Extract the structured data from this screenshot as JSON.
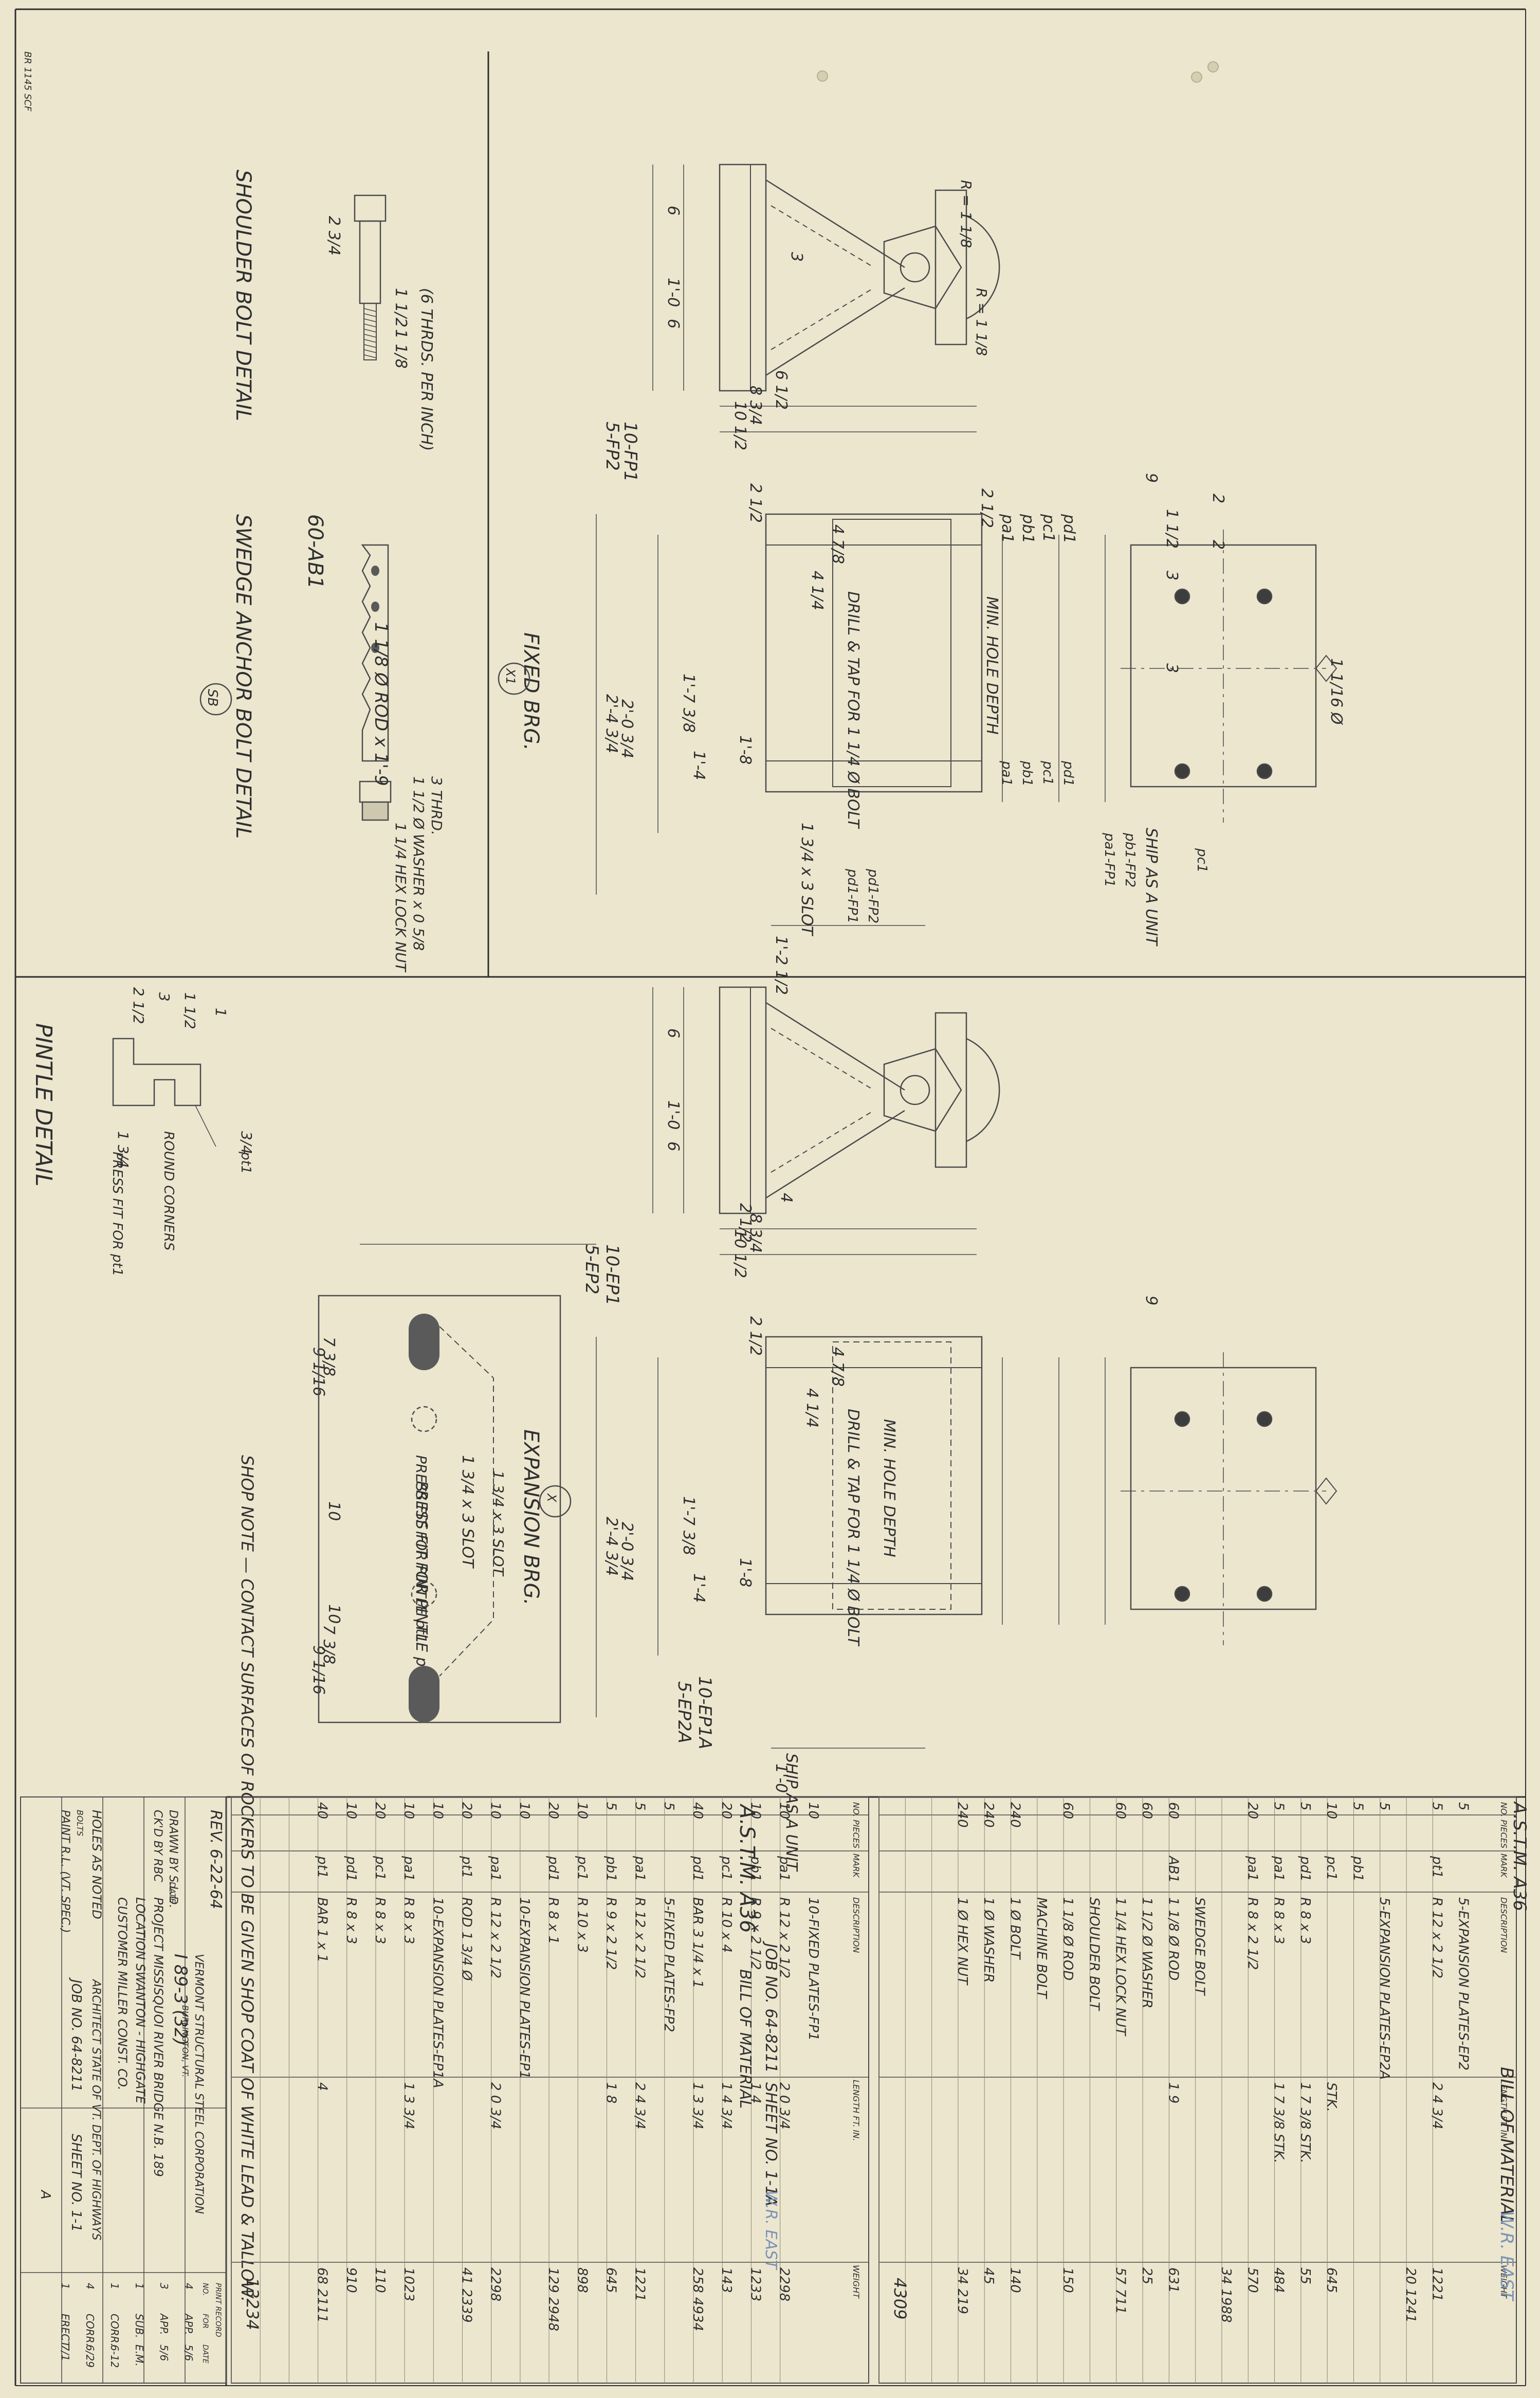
{
  "sheet": {
    "edge_stamp": "BR 1145 SCF",
    "colors": {
      "paper": "#ece6cf",
      "ink": "#2f2f2f",
      "pencil": "#4a4a4a",
      "blue": "#7b93b5"
    }
  },
  "upper_sheet": {
    "shoulder_bolt_title": "SHOULDER BOLT DETAIL",
    "shoulder_bolt_dims": [
      "2 3/4",
      "1 1/2",
      "1 1/8",
      "(6 THRDS. PER INCH)"
    ],
    "swedge_title": "SWEDGE ANCHOR BOLT DETAIL",
    "swedge_mark": "60-AB1",
    "swedge_rod": "1 1/8 Ø ROD x 1'-9",
    "swedge_symbol": "SB",
    "swedge_notes": [
      "3 THRD.",
      "1 1/2 Ø WASHER x 0 5/8",
      "1 1/4 HEX LOCK NUT"
    ],
    "fixed_title": "FIXED BRG.",
    "fixed_symbol": "X1",
    "fixed_marks": [
      "10-FP1",
      "5-FP2"
    ],
    "fixed_plate_marks": [
      "pa1",
      "pb1",
      "pc1",
      "pd1"
    ],
    "fixed_labels": [
      "DRILL & TAP FOR 1 1/4 Ø BOLT",
      "MIN. HOLE DEPTH",
      "1 3/4 x 3 SLOT",
      "SHIP AS A UNIT",
      "R = 1 1/8",
      "R = 1 1/8"
    ],
    "fixed_dims": [
      "6",
      "1'-0",
      "6",
      "3",
      "6 1/2",
      "8 3/4",
      "10 1/2",
      "2 1/2",
      "2 1/2",
      "4 1/4",
      "4 7/8",
      "1'-2 1/2",
      "2'-0 3/4",
      "2'-4 3/4",
      "1'-7 3/8",
      "1'-4",
      "1'-8",
      "9",
      "1 1/2",
      "3",
      "3",
      "2",
      "2",
      "1 1/16 Ø"
    ],
    "fixed_leaders": [
      "pa1-FP1",
      "pb1-FP2",
      "pc1",
      "pd1-FP1",
      "pd1-FP2"
    ]
  },
  "lower_sheet": {
    "pintle_title": "PINTLE DETAIL",
    "pintle_dims": [
      "2 1/2",
      "3",
      "1 1/2",
      "1",
      "1 3/4",
      "3/4"
    ],
    "pintle_notes": [
      "ROUND CORNERS",
      "PRESS FIT FOR pt1",
      "pt1"
    ],
    "exp_title": "EXPANSION BRG.",
    "exp_symbol": "X",
    "exp_marks": [
      "10-EP1",
      "5-EP2",
      "10-EP1A",
      "5-EP2A"
    ],
    "exp_labels": [
      "DRILL & TAP FOR 1 1/4 Ø BOLT",
      "MIN. HOLE DEPTH",
      "1 3/4 x 3 SLOT",
      "PRESS FIT FOR PINTLE pt1",
      "SHIP AS A UNIT"
    ],
    "exp_dims": [
      "6",
      "1'-0",
      "6",
      "2 1/2",
      "4",
      "8 3/4",
      "10 1/2",
      "2 1/2",
      "4 1/4",
      "4 7/8",
      "1'-0",
      "2'-0 3/4",
      "2'-4 3/4",
      "1'-7 3/8",
      "1'-4",
      "1'-8",
      "9",
      "7 3/8",
      "9 1/16",
      "10",
      "10",
      "7 3/8",
      "9 1/16"
    ],
    "shop_note": "SHOP NOTE — CONTACT SURFACES OF ROCKERS TO BE GIVEN SHOP COAT OF WHITE LEAD & TALLOW."
  },
  "bom_a": {
    "title": "BILL OF MATERIAL",
    "spec": "A.S.T.M. A36",
    "note": "W.R. EAST",
    "headers": [
      "NO. PIECES",
      "MARK",
      "DESCRIPTION",
      "LENGTH FT. IN.",
      "WEIGHT"
    ],
    "rows": [
      [
        "5",
        "",
        "5-EXPANSION PLATES-EP2",
        "",
        ""
      ],
      [
        "5",
        "pt1",
        "R 12 x 2 1/2",
        "2 4 3/4",
        "1221"
      ],
      [
        "",
        "",
        "",
        "",
        "20  1241"
      ],
      [
        "5",
        "",
        "5-EXPANSION PLATES-EP2A",
        "",
        ""
      ],
      [
        "5",
        "pb1",
        "",
        "",
        ""
      ],
      [
        "10",
        "pc1",
        "",
        "STK.",
        "645"
      ],
      [
        "5",
        "pd1",
        "R 8 x 3",
        "1 7 3/8 STK.",
        "55"
      ],
      [
        "5",
        "pa1",
        "R 8 x 3",
        "1 7 3/8 STK.",
        "484"
      ],
      [
        "20",
        "pa1",
        "R 8 x 2 1/2",
        "",
        "570"
      ],
      [
        "",
        "",
        "",
        "",
        "34  1988"
      ],
      [
        "",
        "",
        "SWEDGE BOLT",
        "",
        ""
      ],
      [
        "60",
        "AB1",
        "1 1/8 Ø ROD",
        "1 9",
        "631"
      ],
      [
        "60",
        "",
        "1 1/2 Ø WASHER",
        "",
        "25"
      ],
      [
        "60",
        "",
        "1 1/4 HEX LOCK NUT",
        "",
        "57  711"
      ],
      [
        "",
        "",
        "SHOULDER BOLT",
        "",
        ""
      ],
      [
        "60",
        "",
        "1 1/8 Ø ROD",
        "",
        "150"
      ],
      [
        "",
        "",
        "MACHINE BOLT",
        "",
        ""
      ],
      [
        "240",
        "",
        "1 Ø BOLT",
        "",
        "140"
      ],
      [
        "240",
        "",
        "1 Ø WASHER",
        "",
        "45"
      ],
      [
        "240",
        "",
        "1 Ø HEX NUT",
        "",
        "34  219"
      ]
    ],
    "total": "4309"
  },
  "bom_b": {
    "spec": "A.S.T.M. A36",
    "title": "BILL OF MATERIAL",
    "job_no_label": "JOB NO.",
    "job_no": "64-8211",
    "sheet_no_label": "SHEET NO.",
    "sheet_no": "1-1A",
    "note": "W.R. EAST",
    "headers": [
      "NO. PIECES",
      "MARK",
      "DESCRIPTION",
      "LENGTH FT. IN.",
      "WEIGHT"
    ],
    "rows": [
      [
        "10",
        "",
        "10-FIXED PLATES-FP1",
        "",
        ""
      ],
      [
        "10",
        "pa1",
        "R 12 x 2 1/2",
        "2 0 3/4",
        "2298"
      ],
      [
        "10",
        "pb1",
        "R 9 x 2 1/2",
        "1 4",
        "1233"
      ],
      [
        "20",
        "pc1",
        "R 10 x 4",
        "1 4 3/4",
        "143"
      ],
      [
        "40",
        "pd1",
        "BAR 3 1/4 x 1",
        "1 3 3/4",
        "258  4934"
      ],
      [
        "5",
        "",
        "5-FIXED PLATES-FP2",
        "",
        ""
      ],
      [
        "5",
        "pa1",
        "R 12 x 2 1/2",
        "2 4 3/4",
        "1221"
      ],
      [
        "5",
        "pb1",
        "R 9 x 2 1/2",
        "1 8",
        "645"
      ],
      [
        "10",
        "pc1",
        "R 10 x 3",
        "",
        "898"
      ],
      [
        "20",
        "pd1",
        "R 8 x 1",
        "",
        "129  2948"
      ],
      [
        "10",
        "",
        "10-EXPANSION PLATES-EP1",
        "",
        ""
      ],
      [
        "10",
        "pa1",
        "R 12 x 2 1/2",
        "2 0 3/4",
        "2298"
      ],
      [
        "20",
        "pt1",
        "ROD 1 3/4 Ø",
        "",
        "41  2339"
      ],
      [
        "10",
        "",
        "10-EXPANSION PLATES-EP1A",
        "",
        ""
      ],
      [
        "10",
        "pa1",
        "R 8 x 3",
        "1 3 3/4",
        "1023"
      ],
      [
        "20",
        "pc1",
        "R 8 x 3",
        "",
        "110"
      ],
      [
        "10",
        "pd1",
        "R 8 x 3",
        "",
        "910"
      ],
      [
        "40",
        "pt1",
        "BAR 1 x 1",
        "4",
        "68  2111"
      ]
    ],
    "total": "13234"
  },
  "title_block": {
    "revision": "REV. 6-22-64",
    "company": "VERMONT STRUCTURAL STEEL CORPORATION",
    "city": "BURLINGTON, VT.",
    "dwg_no": "I 89-3 (32)",
    "drawn_by_label": "DRAWN BY",
    "drawn_by": "S.L.D.",
    "ck_by_label": "CK'D BY",
    "ck_by": "RBC",
    "date_label": "DATE",
    "project_label": "PROJECT",
    "project": "MISSISQUOI RIVER BRIDGE N.B. 189",
    "location_label": "LOCATION",
    "location": "SWANTON - HIGHGATE",
    "customer_label": "CUSTOMER",
    "customer": "MILLER CONST. CO.",
    "holes_label": "HOLES",
    "holes": "AS NOTED",
    "bolts_label": "BOLTS",
    "paint_label": "PAINT",
    "paint": "R.L. (VT. SPEC.)",
    "architect_label": "ARCHITECT",
    "architect": "STATE OF VT. DEPT. OF HIGHWAYS",
    "job_no_label": "JOB NO.",
    "job_no": "64-8211",
    "sheet_no_label": "SHEET NO.",
    "sheet_no": "1-1",
    "sheet_sub": "A",
    "print_record_label": "PRINT RECORD",
    "print_record_headers": [
      "NO.",
      "FOR",
      "DATE"
    ],
    "print_record_rows": [
      [
        "4",
        "APP.",
        "5/6"
      ],
      [
        "3",
        "APP.",
        "5/6"
      ],
      [
        "1",
        "SUB.",
        "E.M."
      ],
      [
        "1",
        "CORR.",
        "6-12"
      ],
      [
        "4",
        "CORR.",
        "6/29"
      ],
      [
        "1",
        "ERECT",
        "7/1"
      ]
    ]
  }
}
